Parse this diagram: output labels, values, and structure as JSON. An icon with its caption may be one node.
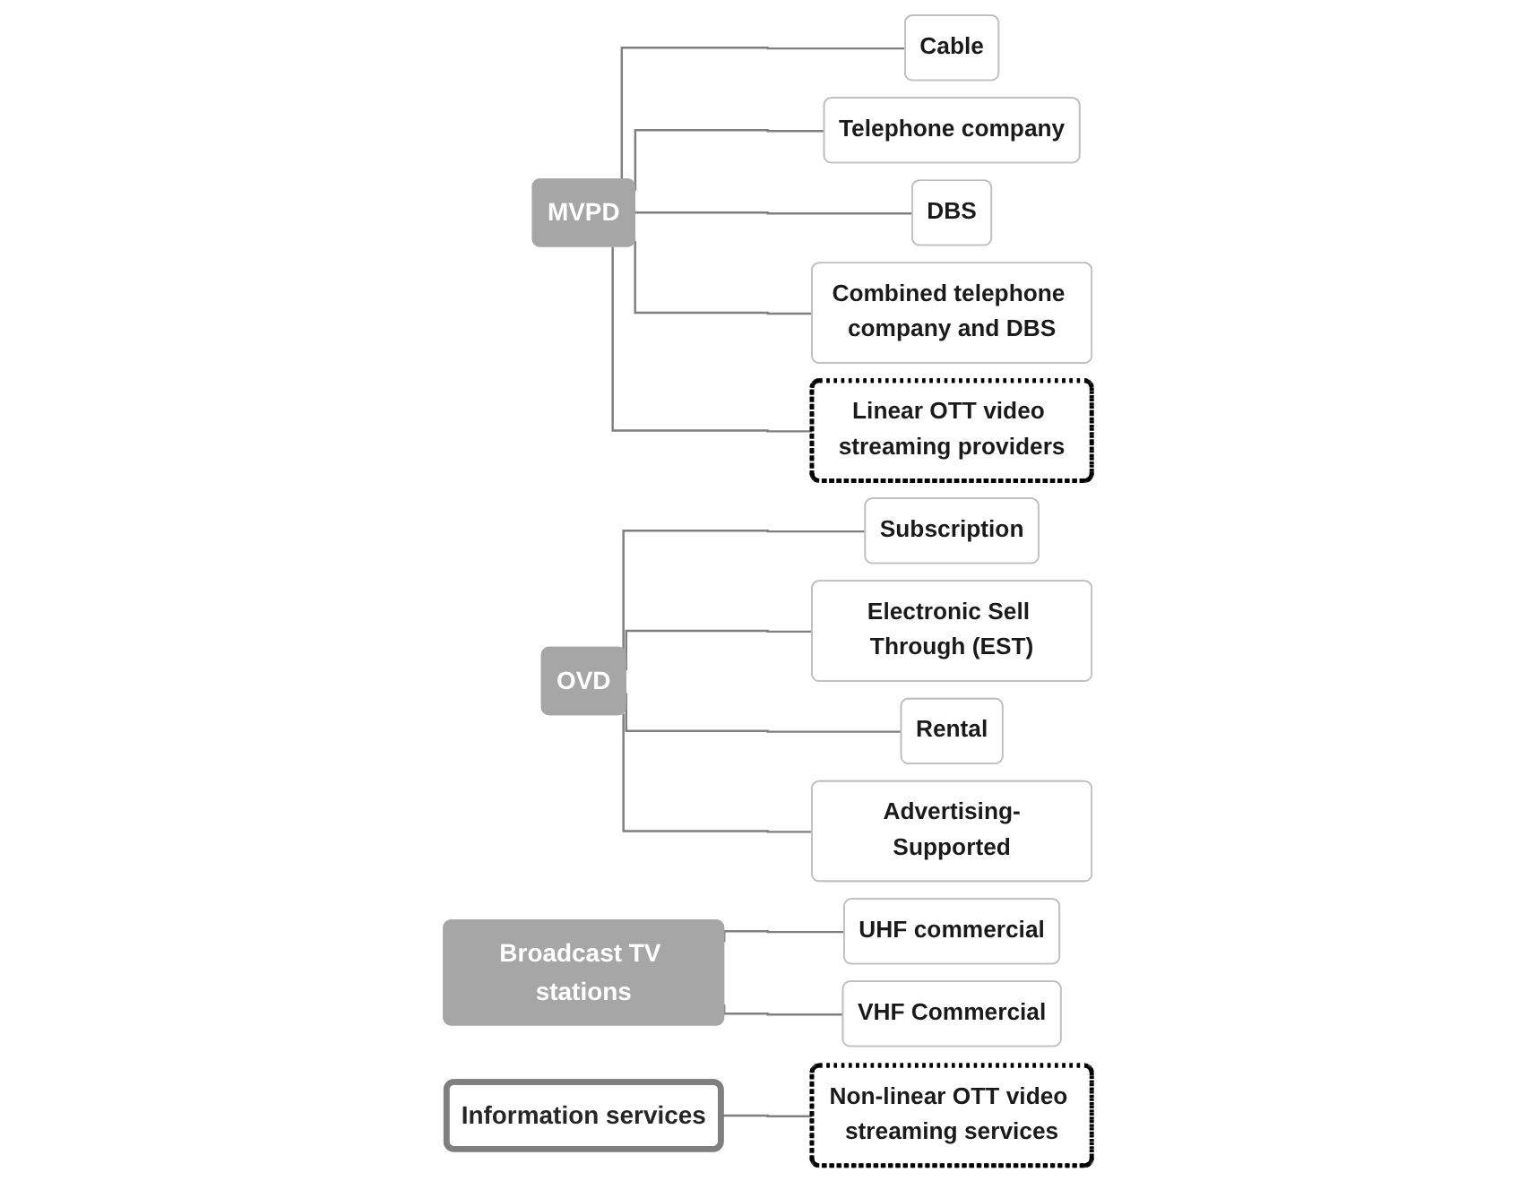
{
  "diagram": {
    "nodes": [
      {
        "text": [
          "MVPD"
        ]
      },
      {
        "text": [
          "Cable"
        ]
      },
      {
        "text": [
          "Telephone company"
        ]
      },
      {
        "text": [
          "DBS"
        ]
      },
      {
        "text": [
          "Combined telephone company and DBS"
        ]
      },
      {
        "text": [
          "Linear OTT video streaming providers"
        ]
      },
      {
        "text": [
          "OVD"
        ]
      },
      {
        "text": [
          "Subscription"
        ]
      },
      {
        "text": [
          "Electronic Sell Through (EST)"
        ]
      },
      {
        "text": [
          "Rental"
        ]
      },
      {
        "text": [
          "Advertising-Supported"
        ]
      },
      {
        "text": [
          "Broadcast TV stations"
        ]
      },
      {
        "text": [
          "UHF commercial"
        ]
      },
      {
        "text": [
          "VHF Commercial"
        ]
      },
      {
        "text": [
          "Information services"
        ]
      },
      {
        "text": [
          "Non-linear OTT video streaming services"
        ]
      }
    ],
    "edges": [
      {
        "from": 0,
        "to": 1,
        "arrow": "none"
      },
      {
        "from": 0,
        "to": 2,
        "arrow": "none"
      },
      {
        "from": 0,
        "to": 3,
        "arrow": "none"
      },
      {
        "from": 0,
        "to": 4,
        "arrow": "none"
      },
      {
        "from": 0,
        "to": 5,
        "arrow": "none"
      },
      {
        "from": 6,
        "to": 7,
        "arrow": "none"
      },
      {
        "from": 6,
        "to": 8,
        "arrow": "none"
      },
      {
        "from": 6,
        "to": 9,
        "arrow": "none"
      },
      {
        "from": 6,
        "to": 10,
        "arrow": "none"
      },
      {
        "from": 11,
        "to": 12,
        "arrow": "none"
      },
      {
        "from": 11,
        "to": 13,
        "arrow": "none"
      },
      {
        "from": 14,
        "to": 15,
        "arrow": "none"
      }
    ]
  }
}
